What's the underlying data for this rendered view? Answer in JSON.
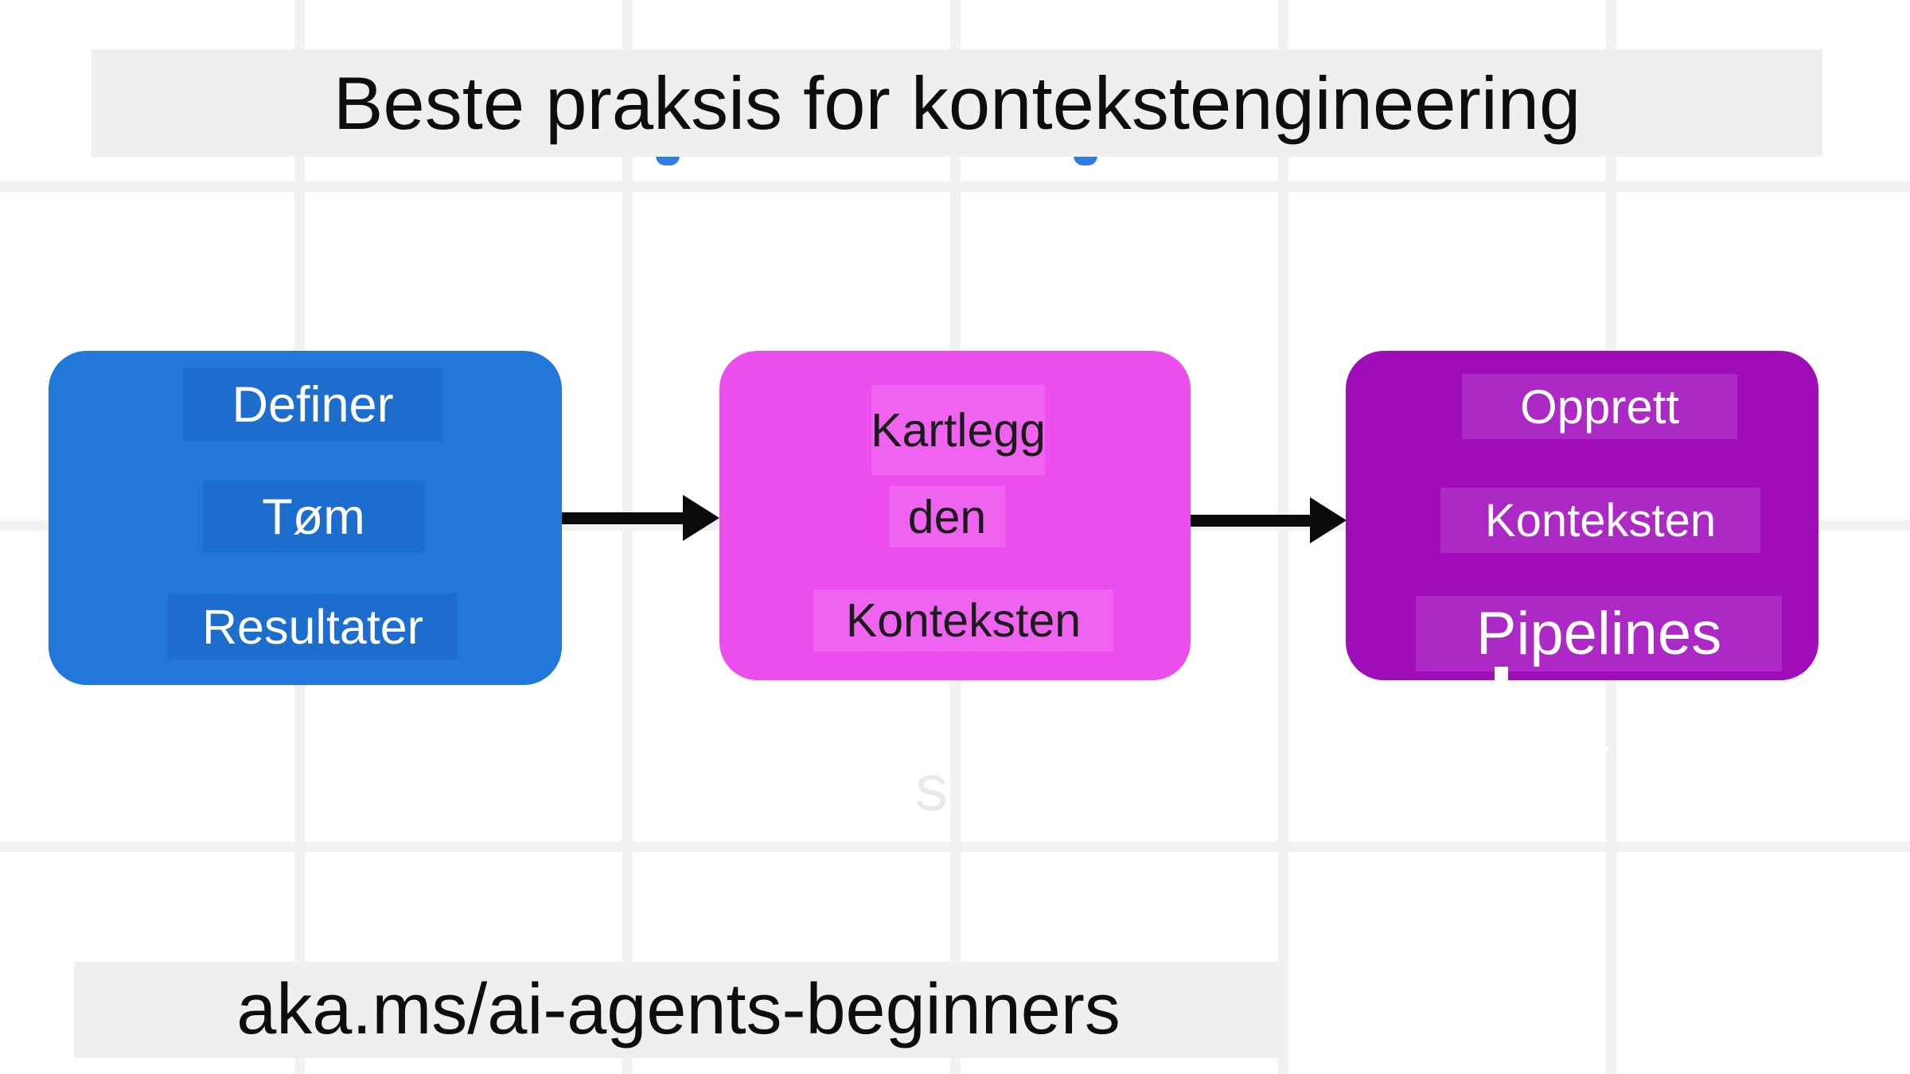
{
  "title": {
    "text": "Beste praksis for kontekstengineering"
  },
  "footer": {
    "url": "aka.ms/ai-agents-beginners"
  },
  "flow": {
    "steps": [
      {
        "name": "definer-tom-resultater",
        "lines": [
          "Definer",
          "Tøm",
          "Resultater"
        ]
      },
      {
        "name": "kartlegg-den-konteksten",
        "lines": [
          "Kartlegg",
          "den",
          "Konteksten"
        ]
      },
      {
        "name": "opprett-konteksten-pipelines",
        "lines": [
          "Opprett",
          "Konteksten",
          "Pipelines"
        ]
      }
    ]
  },
  "decor": {
    "ghost_letter": "s"
  },
  "colors": {
    "background": "#ffffff",
    "grid_line": "#f1f1f2",
    "band_bg": "#efefef",
    "title_text": "#0d0d0d",
    "url_text": "#0d0d0d",
    "arrow": "#0a0a0a",
    "accent_dot": "#2e7ee3",
    "ghost": "#e9e9e9",
    "step1_bg": "#2277db",
    "step1_label_bg": "#1d6dce",
    "step1_text": "#ffffff",
    "step2_bg": "#eb4eed",
    "step2_label_bg": "#ef63f0",
    "step2_text": "#1b1b1b",
    "step3_bg": "#a00cb8",
    "step3_label_bg": "#ac29c6",
    "step3_text": "#ffffff"
  }
}
